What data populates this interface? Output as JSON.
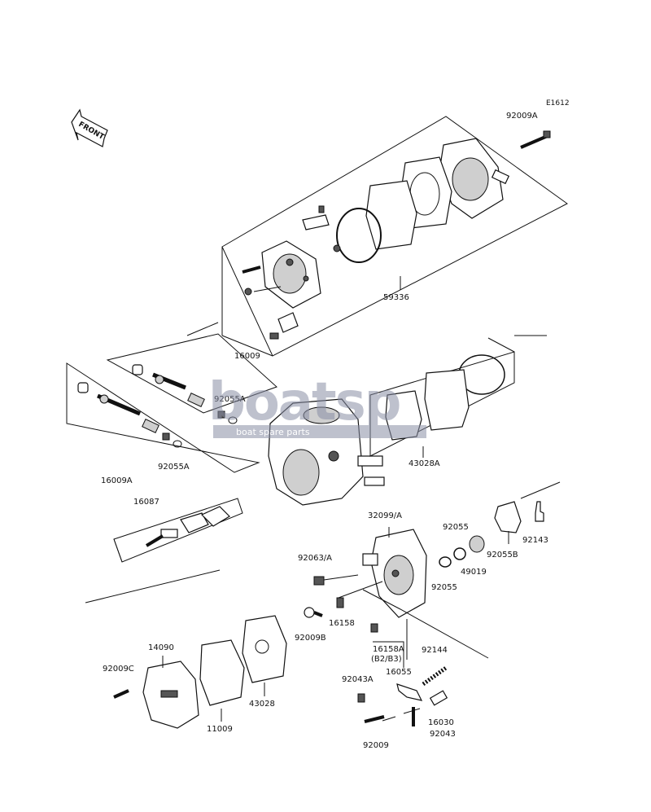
{
  "diagram": {
    "code": "E1612",
    "front_arrow": "FRONT",
    "watermark": {
      "text": "boatsp",
      "sub": "boat spare parts"
    },
    "labels": [
      {
        "id": "92009A",
        "text": "92009A"
      },
      {
        "id": "59336",
        "text": "59336"
      },
      {
        "id": "16009",
        "text": "16009"
      },
      {
        "id": "92055A_top",
        "text": "92055A"
      },
      {
        "id": "16009A",
        "text": "16009A"
      },
      {
        "id": "92055A_bot",
        "text": "92055A"
      },
      {
        "id": "43028A",
        "text": "43028A"
      },
      {
        "id": "16087",
        "text": "16087"
      },
      {
        "id": "32099A",
        "text": "32099/A"
      },
      {
        "id": "92055_top",
        "text": "92055"
      },
      {
        "id": "92143",
        "text": "92143"
      },
      {
        "id": "92055B",
        "text": "92055B"
      },
      {
        "id": "49019",
        "text": "49019"
      },
      {
        "id": "92055_bot",
        "text": "92055"
      },
      {
        "id": "92063A",
        "text": "92063/A"
      },
      {
        "id": "16158",
        "text": "16158"
      },
      {
        "id": "92009B",
        "text": "92009B"
      },
      {
        "id": "16158A",
        "text": "16158A"
      },
      {
        "id": "B2B3",
        "text": "(B2/B3)"
      },
      {
        "id": "14090",
        "text": "14090"
      },
      {
        "id": "92009C",
        "text": "92009C"
      },
      {
        "id": "92144",
        "text": "92144"
      },
      {
        "id": "16055",
        "text": "16055"
      },
      {
        "id": "92043A",
        "text": "92043A"
      },
      {
        "id": "43028",
        "text": "43028"
      },
      {
        "id": "11009",
        "text": "11009"
      },
      {
        "id": "16030",
        "text": "16030"
      },
      {
        "id": "92043",
        "text": "92043"
      },
      {
        "id": "92009",
        "text": "92009"
      }
    ]
  }
}
